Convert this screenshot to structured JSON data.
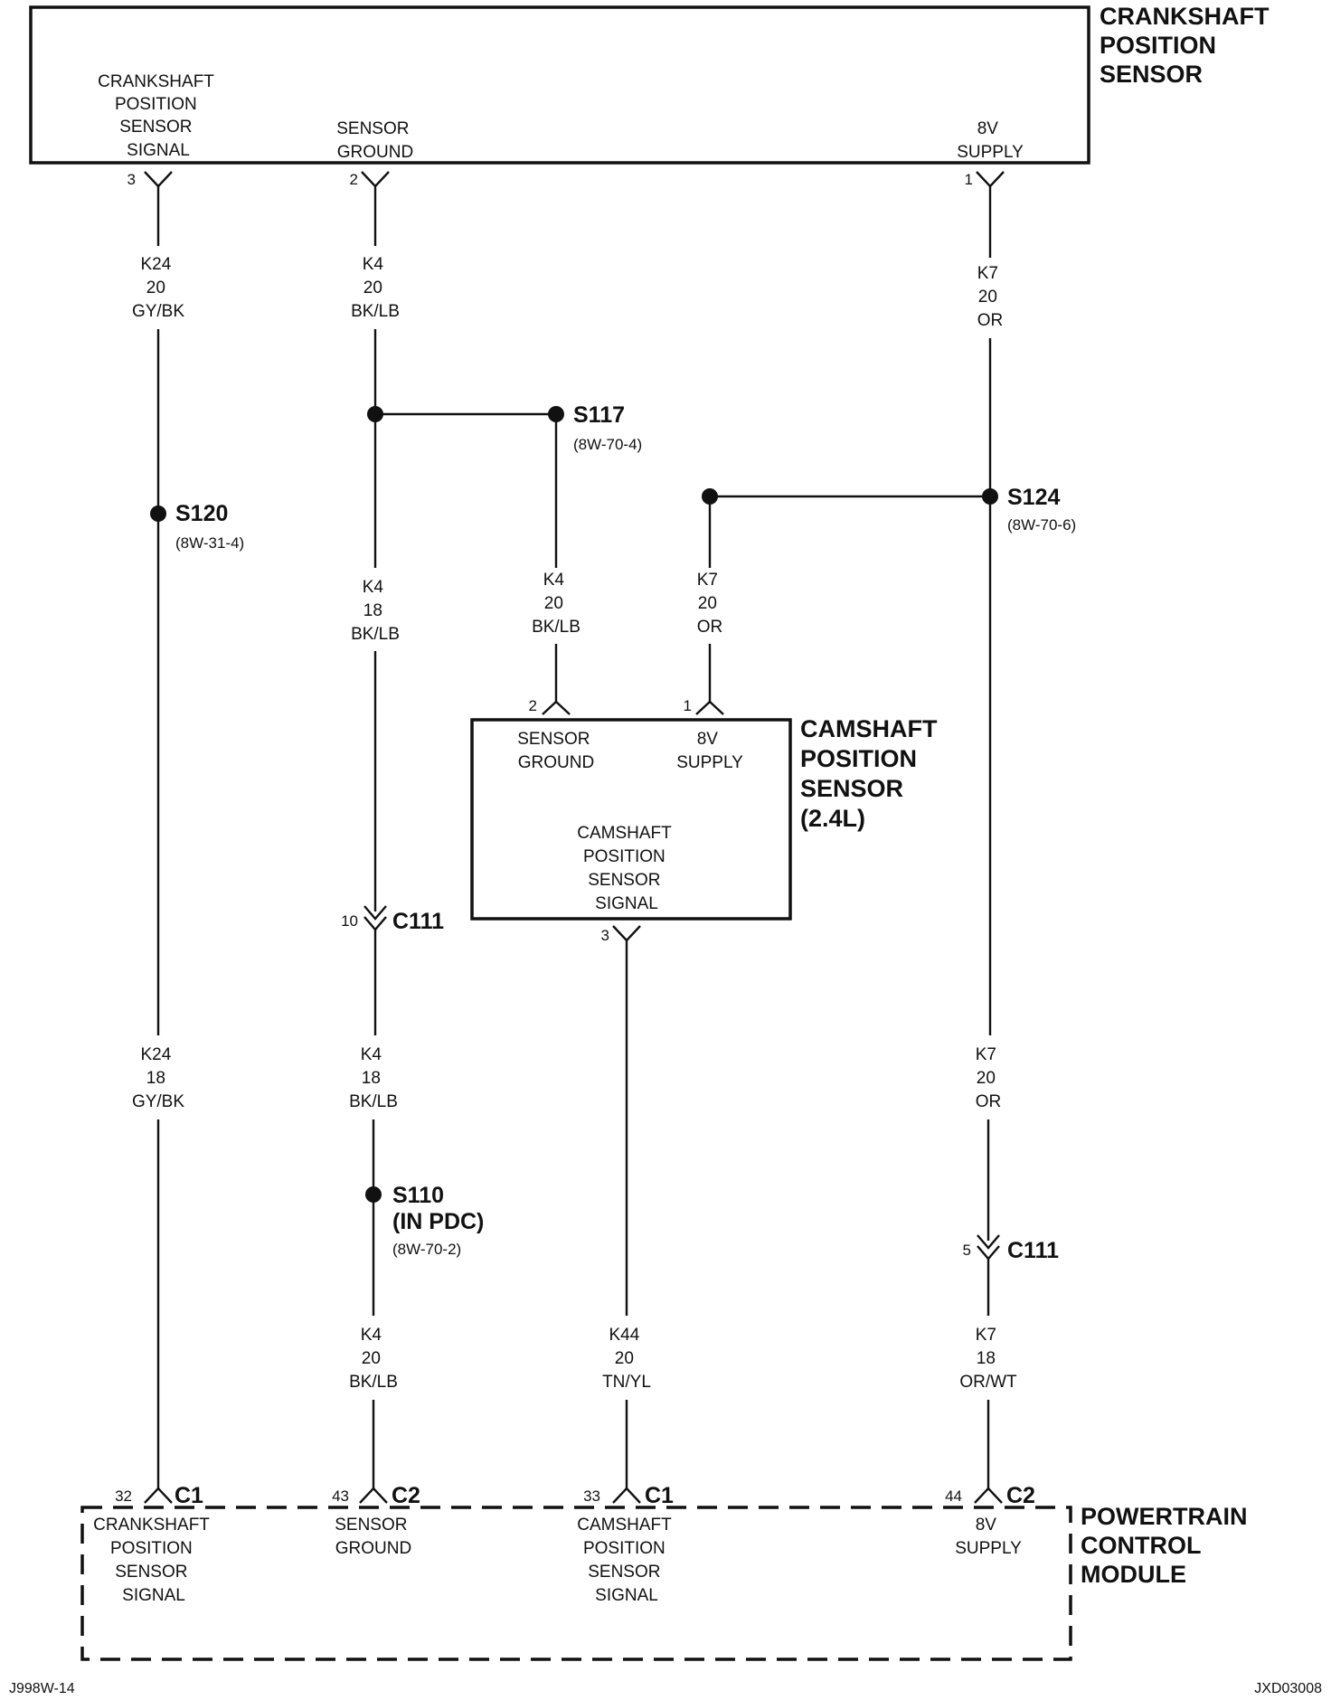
{
  "crank_sensor": {
    "title": [
      "CRANKSHAFT",
      "POSITION",
      "SENSOR"
    ],
    "signal_label": [
      "CRANKSHAFT",
      "POSITION",
      "SENSOR",
      "SIGNAL"
    ],
    "ground_label": [
      "SENSOR",
      "GROUND"
    ],
    "supply_label": [
      "8V",
      "SUPPLY"
    ],
    "pin_signal": "3",
    "pin_ground": "2",
    "pin_supply": "1"
  },
  "cam_sensor": {
    "title": [
      "CAMSHAFT",
      "POSITION",
      "SENSOR",
      "(2.4L)"
    ],
    "ground_label": [
      "SENSOR",
      "GROUND"
    ],
    "supply_label": [
      "8V",
      "SUPPLY"
    ],
    "signal_label": [
      "CAMSHAFT",
      "POSITION",
      "SENSOR",
      "SIGNAL"
    ],
    "pin_ground": "2",
    "pin_supply": "1",
    "pin_signal": "3"
  },
  "pcm": {
    "title": [
      "POWERTRAIN",
      "CONTROL",
      "MODULE"
    ],
    "crank_label": [
      "CRANKSHAFT",
      "POSITION",
      "SENSOR",
      "SIGNAL"
    ],
    "ground_label": [
      "SENSOR",
      "GROUND"
    ],
    "cam_label": [
      "CAMSHAFT",
      "POSITION",
      "SENSOR",
      "SIGNAL"
    ],
    "supply_label": [
      "8V",
      "SUPPLY"
    ],
    "pins": [
      {
        "pin": "32",
        "connector": "C1"
      },
      {
        "pin": "43",
        "connector": "C2"
      },
      {
        "pin": "33",
        "connector": "C1"
      },
      {
        "pin": "44",
        "connector": "C2"
      }
    ]
  },
  "wires": {
    "k24_upper": [
      "K24",
      "20",
      "GY/BK"
    ],
    "k24_lower": [
      "K24",
      "18",
      "GY/BK"
    ],
    "k4_top": [
      "K4",
      "20",
      "BK/LB"
    ],
    "k4_mid": [
      "K4",
      "18",
      "BK/LB"
    ],
    "k4_lower": [
      "K4",
      "18",
      "BK/LB"
    ],
    "k4_bottom": [
      "K4",
      "20",
      "BK/LB"
    ],
    "k4_cam": [
      "K4",
      "20",
      "BK/LB"
    ],
    "k7_top": [
      "K7",
      "20",
      "OR"
    ],
    "k7_cam": [
      "K7",
      "20",
      "OR"
    ],
    "k7_mid": [
      "K7",
      "20",
      "OR"
    ],
    "k7_bottom": [
      "K7",
      "18",
      "OR/WT"
    ],
    "k44": [
      "K44",
      "20",
      "TN/YL"
    ]
  },
  "splices": {
    "s117": {
      "name": "S117",
      "ref": "(8W-70-4)"
    },
    "s120": {
      "name": "S120",
      "ref": "(8W-31-4)"
    },
    "s124": {
      "name": "S124",
      "ref": "(8W-70-6)"
    },
    "s110": {
      "name": "S110",
      "note": "(IN PDC)",
      "ref": "(8W-70-2)"
    }
  },
  "connectors": {
    "c111_k4": {
      "pin": "10",
      "name": "C111"
    },
    "c111_k7": {
      "pin": "5",
      "name": "C111"
    }
  },
  "footer": {
    "left": "J998W-14",
    "right": "JXD03008"
  }
}
